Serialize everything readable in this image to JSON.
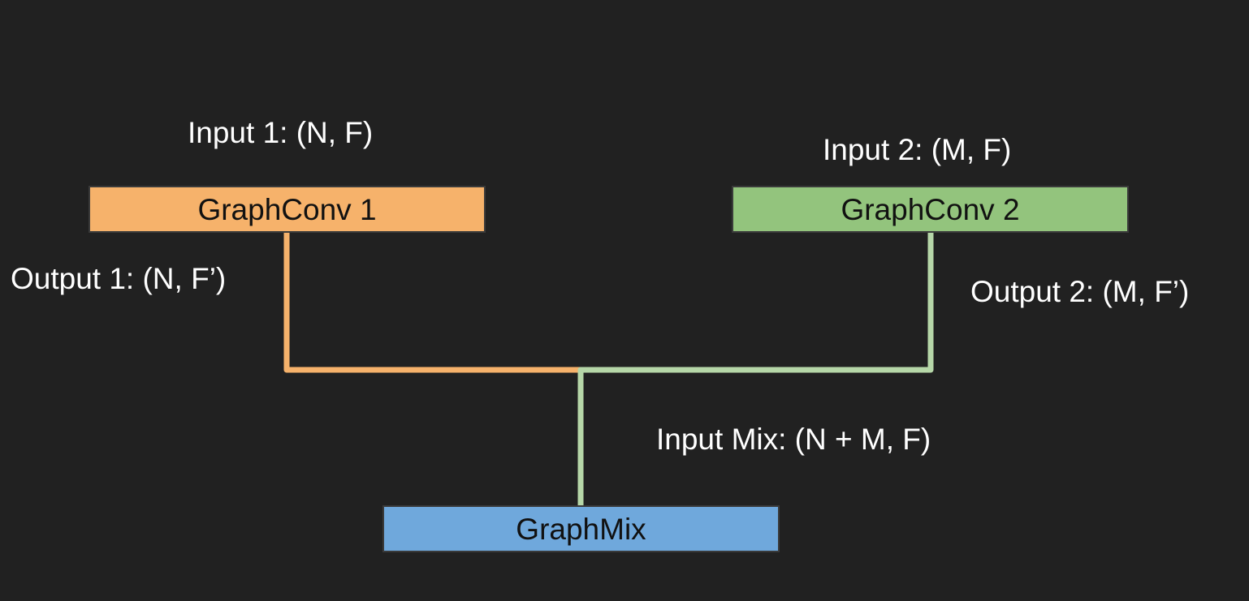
{
  "nodes": {
    "graphconv1": {
      "label": "GraphConv 1",
      "color": "#f6b26b"
    },
    "graphconv2": {
      "label": "GraphConv 2",
      "color": "#93c47d"
    },
    "graphmix": {
      "label": "GraphMix",
      "color": "#6fa8dc"
    }
  },
  "labels": {
    "input1": "Input 1: (N, F)",
    "input2": "Input 2: (M, F)",
    "output1": "Output 1: (N, F’)",
    "output2": "Output 2: (M, F’)",
    "input_mix": "Input Mix: (N + M, F)"
  },
  "colors": {
    "background": "#212121",
    "edge1": "#f6b26b",
    "edge2": "#b6d7a8"
  }
}
